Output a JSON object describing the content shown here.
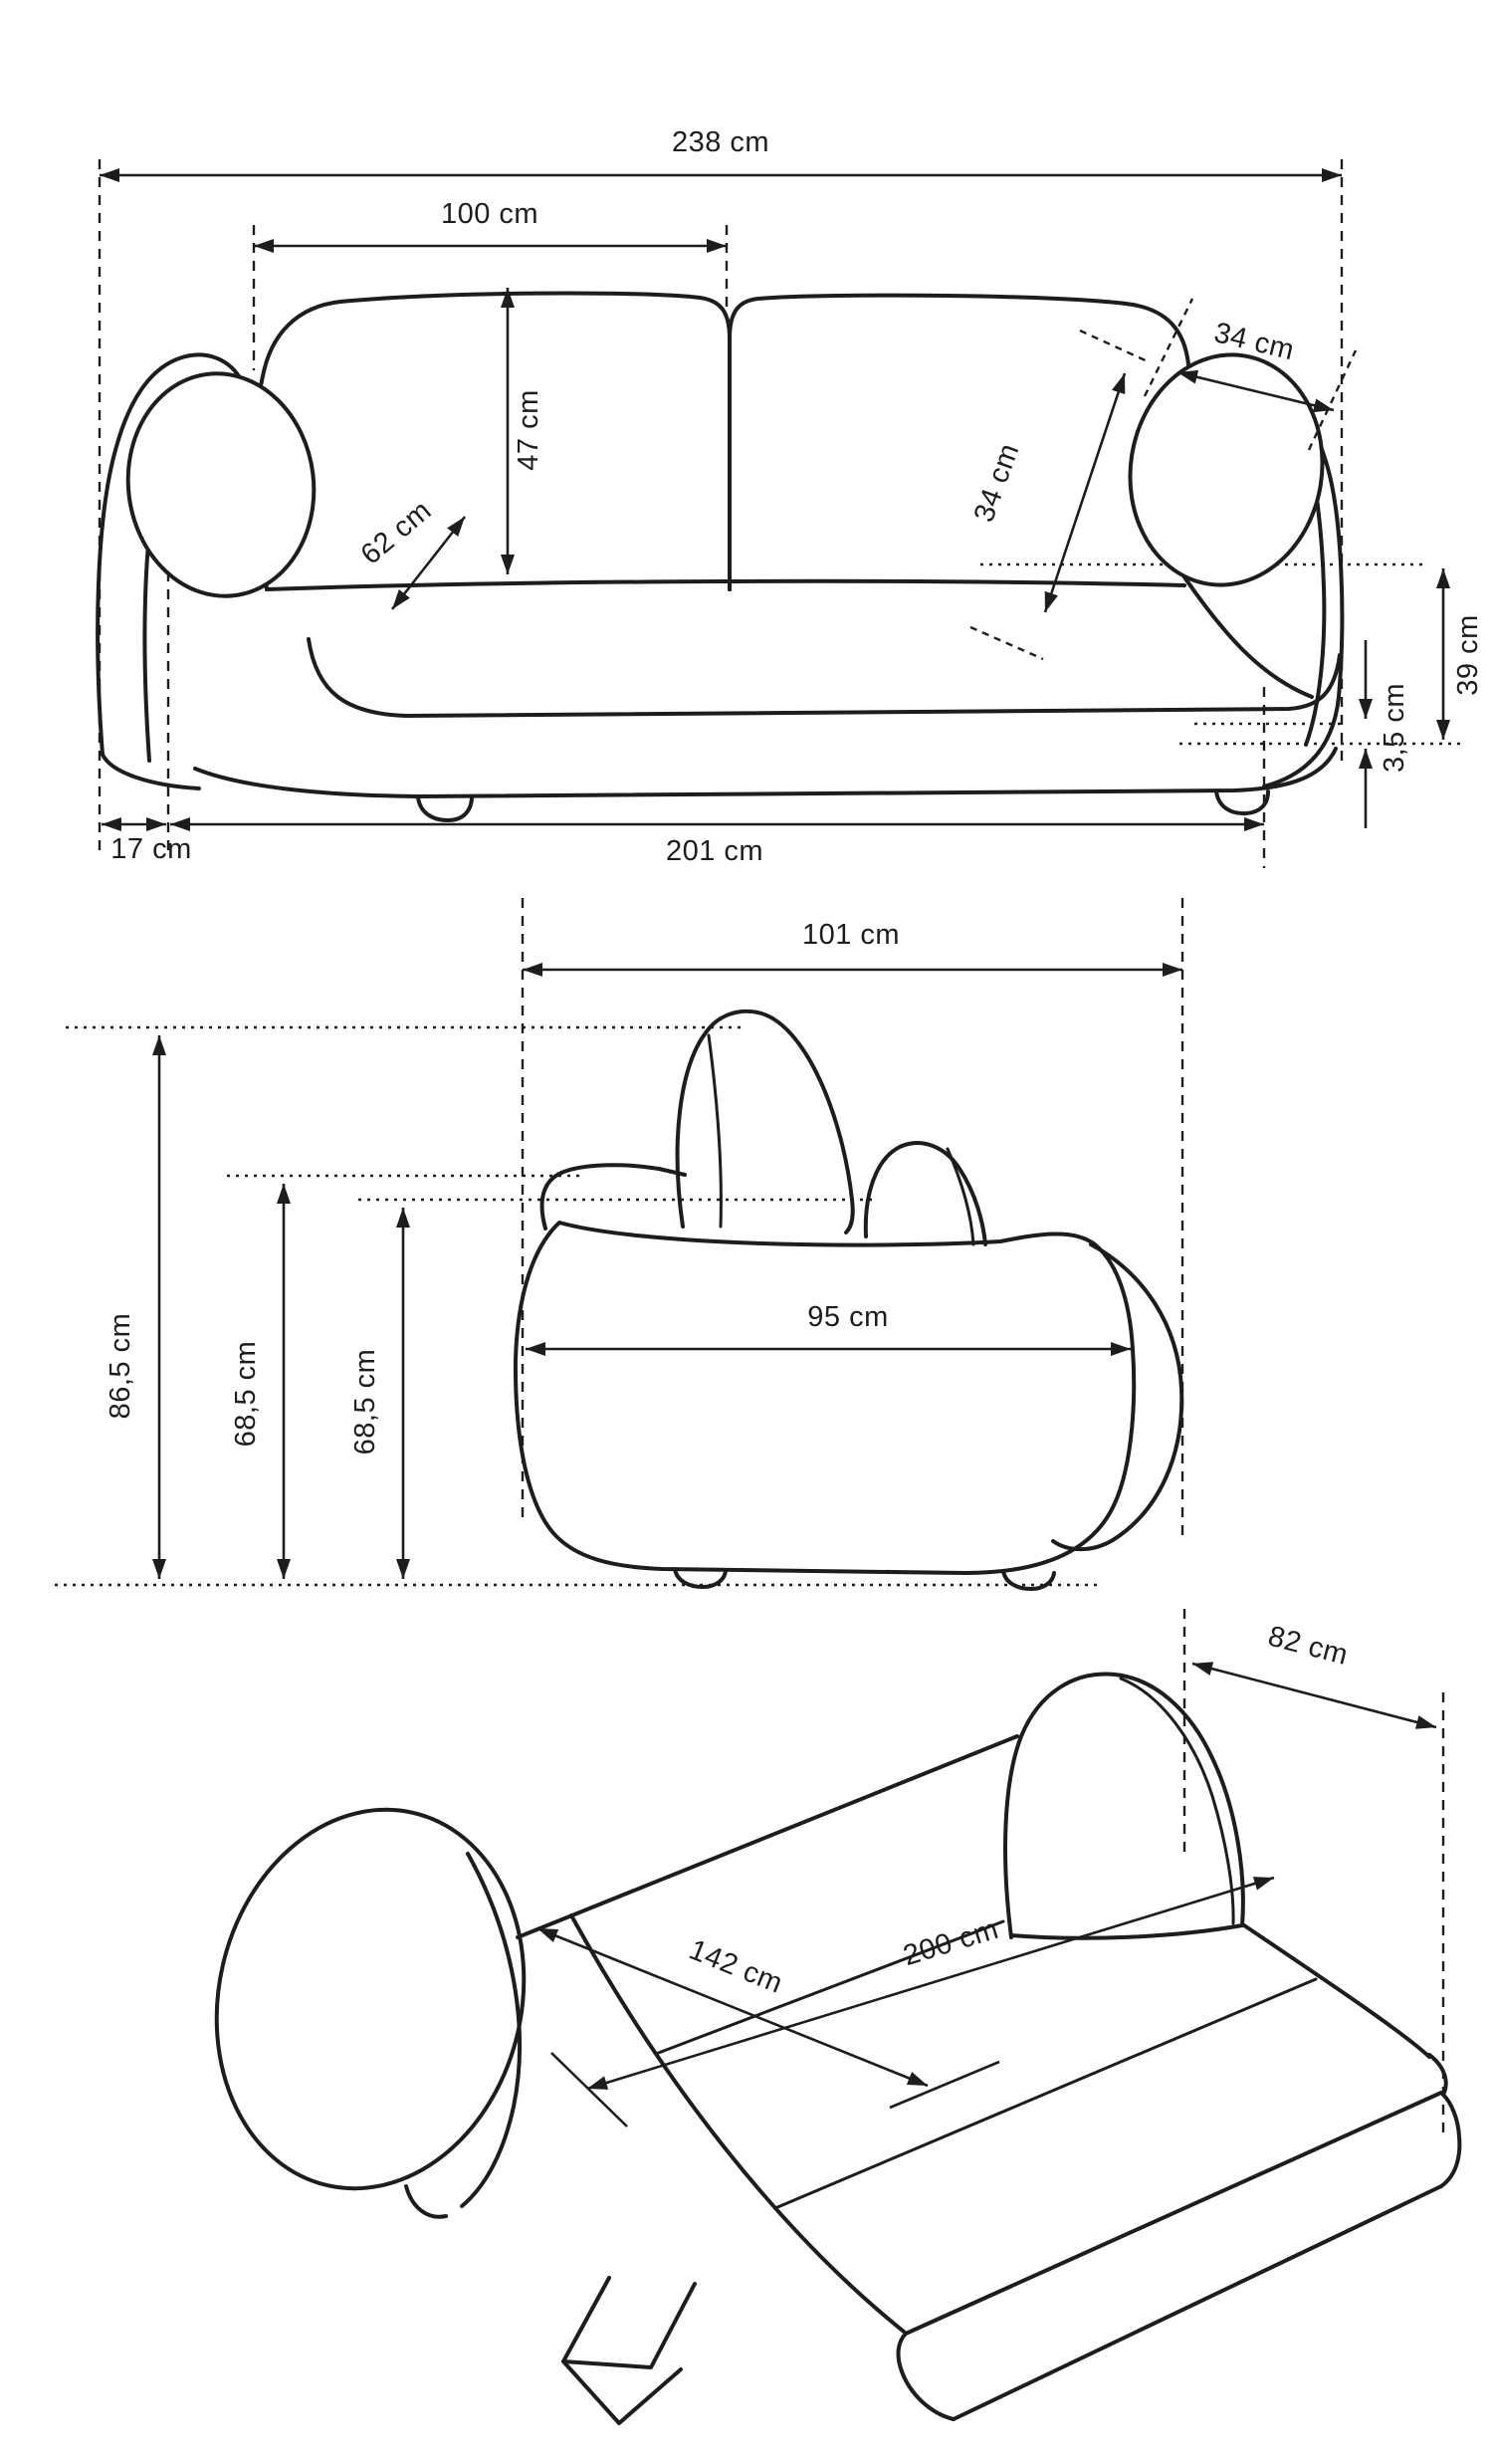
{
  "page": {
    "background": "#ffffff",
    "line_color": "#1d1d1b",
    "unit": "cm"
  },
  "views": {
    "front": {
      "title": "front-view-of-sofa",
      "labels": {
        "overall_width": "238 cm",
        "backrest_cushion_width": "100 cm",
        "backrest_height": "47 cm",
        "armrest_pillow_length": "34 cm",
        "armrest_pillow_depth": "34 cm",
        "seat_depth": "62 cm",
        "seat_height": "39 cm",
        "leg_height": "3,5 cm",
        "armrest_width": "17 cm",
        "seat_width": "201 cm"
      }
    },
    "side": {
      "title": "side-view-of-sofa",
      "labels": {
        "total_depth": "101 cm",
        "total_height": "86,5 cm",
        "armrest_height": "68,5 cm",
        "backrest_top_height": "68,5 cm",
        "body_depth": "95 cm"
      }
    },
    "bed": {
      "title": "unfolded-sofa-bed-view",
      "labels": {
        "armrest_depth": "82 cm",
        "bed_width": "142 cm",
        "bed_length": "200 cm"
      }
    }
  }
}
